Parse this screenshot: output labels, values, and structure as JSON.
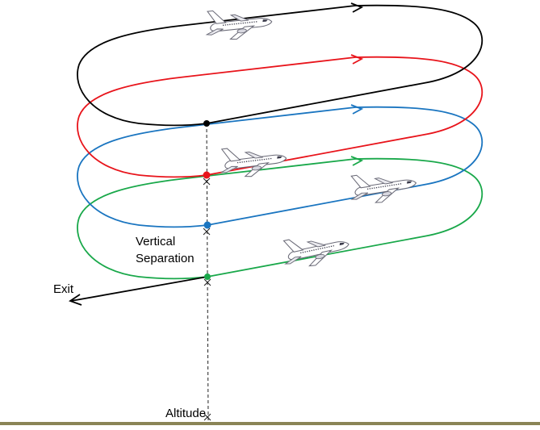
{
  "labels": {
    "vertical_separation_line1": "Vertical",
    "vertical_separation_line2": "Separation",
    "exit": "Exit",
    "altitude": "Altitude"
  },
  "holding_levels": [
    {
      "name": "top",
      "color": "#000000"
    },
    {
      "name": "second",
      "color": "#e8141b"
    },
    {
      "name": "third",
      "color": "#1a75c0"
    },
    {
      "name": "bottom",
      "color": "#19a84a"
    }
  ],
  "colors": {
    "ground": "#8a8456",
    "aircraft_body": "#ffffff",
    "aircraft_outline": "#6b6b78",
    "aircraft_window": "#3a3a4a"
  },
  "icons": [
    "airplane-icon",
    "arrow-icon",
    "level-marker-icon"
  ]
}
